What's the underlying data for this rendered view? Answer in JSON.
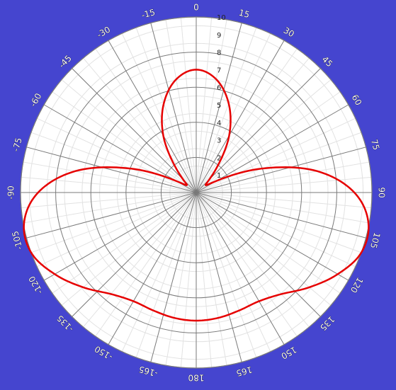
{
  "colors": {
    "background": "#4545cf",
    "plot_area": "#ffffff",
    "grid_major": "#7a7a7a",
    "grid_minor": "#e2e2e2",
    "curve": "#e60000"
  },
  "chart_data": {
    "type": "line",
    "coordinate_system": "polar",
    "title": "",
    "theta_direction": "clockwise",
    "theta_zero": "top",
    "angular_tick_labels": [
      "0",
      "15",
      "30",
      "45",
      "60",
      "75",
      "90",
      "105",
      "120",
      "135",
      "150",
      "165",
      "180",
      "-165",
      "-150",
      "-135",
      "-120",
      "-105",
      "-90",
      "-75",
      "-60",
      "-45",
      "-30",
      "-15"
    ],
    "radial_range": [
      0,
      10
    ],
    "radial_tick_labels": [
      "1",
      "2",
      "3",
      "4",
      "5",
      "6",
      "7",
      "8",
      "9",
      "10"
    ],
    "grid": true,
    "series": [
      {
        "theta_deg": [
          0,
          10,
          20,
          30,
          40,
          50,
          60,
          70,
          80,
          90,
          100,
          110,
          120,
          130,
          140,
          150,
          160,
          170,
          180,
          -170,
          -160,
          -150,
          -140,
          -130,
          -120,
          -110,
          -100,
          -90,
          -80,
          -70,
          -60,
          -50,
          -40,
          -30,
          -20,
          -10
        ],
        "r": [
          7.0,
          6.55,
          5.4,
          3.75,
          1.75,
          0.7,
          1.3,
          4.0,
          7.0,
          9.0,
          9.95,
          10.0,
          9.3,
          8.4,
          7.55,
          7.15,
          7.15,
          7.25,
          7.3,
          7.25,
          7.15,
          7.15,
          7.55,
          8.4,
          9.3,
          10.0,
          9.95,
          9.0,
          7.0,
          4.0,
          1.3,
          0.7,
          1.75,
          3.75,
          5.4,
          6.55
        ]
      }
    ]
  }
}
